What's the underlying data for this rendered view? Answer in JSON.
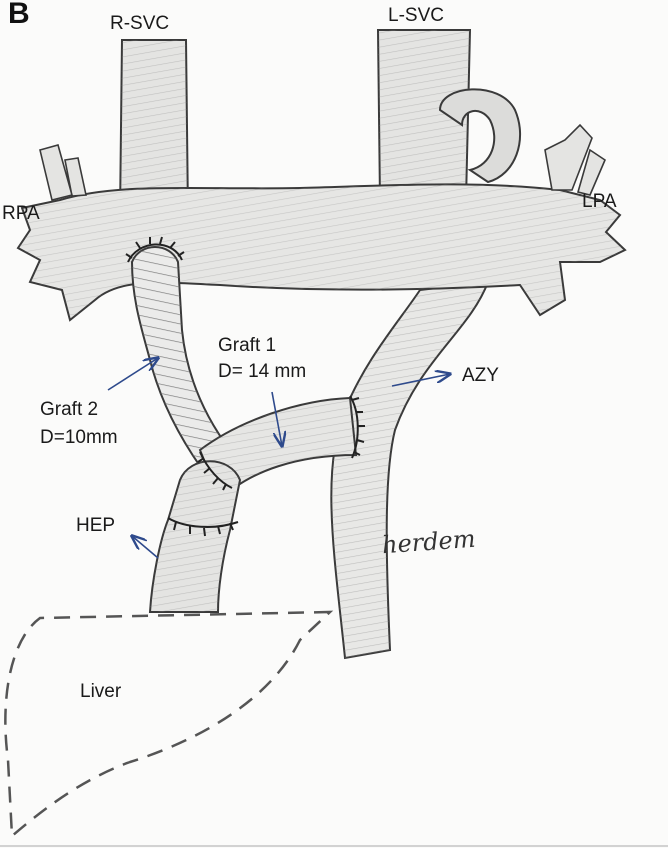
{
  "panel_letter": "B",
  "labels": {
    "r_svc": "R-SVC",
    "l_svc": "L-SVC",
    "rpa": "RPA",
    "lpa": "LPA",
    "graft1_name": "Graft 1",
    "graft1_diameter": "D= 14 mm",
    "graft2_name": "Graft 2",
    "graft2_diameter": "D=10mm",
    "azy": "AZY",
    "hep": "HEP",
    "liver": "Liver",
    "signature": "herdem"
  },
  "colors": {
    "vessel_fill": "#e4e4e2",
    "vessel_stroke": "#3a3a3a",
    "arrow": "#2e4a8c",
    "suture": "#222222",
    "liver_outline": "#555555"
  }
}
